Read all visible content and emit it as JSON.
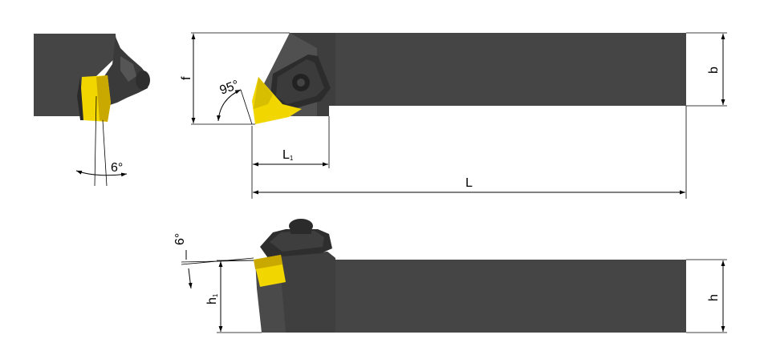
{
  "labels": {
    "angle_approach": "95°",
    "angle_clearance_top": "6°",
    "angle_clearance_side": "6°",
    "dim_f": "f",
    "dim_b": "b",
    "dim_L1_main": "L",
    "dim_L1_sub": "1",
    "dim_L": "L",
    "dim_h1_main": "h",
    "dim_h1_sub": "1",
    "dim_h": "h"
  },
  "colors": {
    "shank_dark": "#454545",
    "shank_mid": "#555555",
    "shank_light": "#6a6a6a",
    "insert_yellow": "#f2d600",
    "insert_dark": "#c9a800",
    "clamp_dark": "#2e2e2e",
    "clamp_mid": "#3d3d3d"
  }
}
